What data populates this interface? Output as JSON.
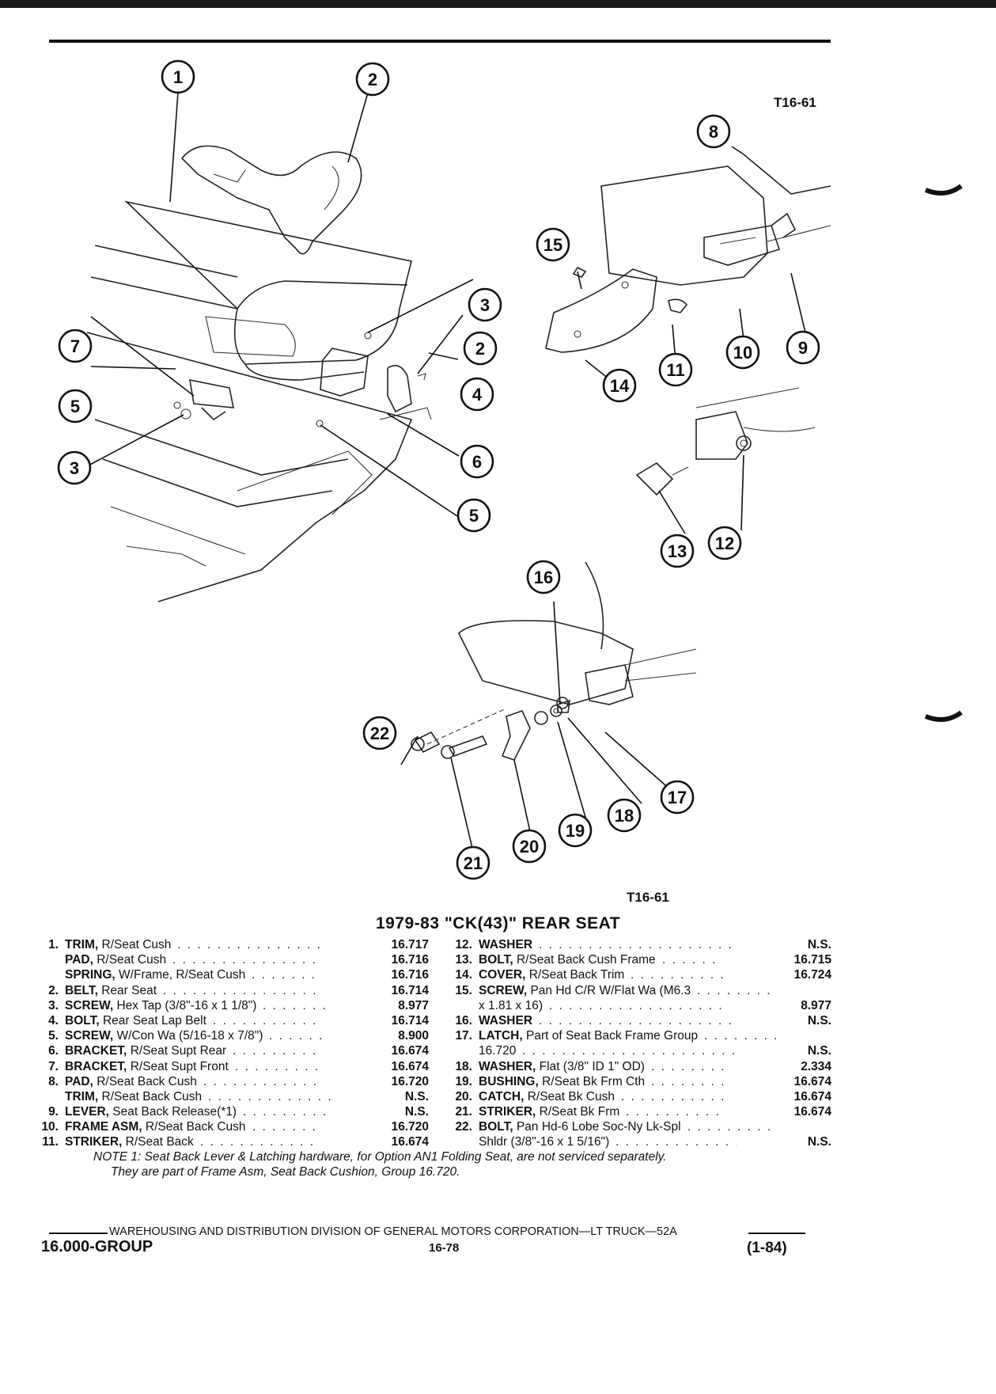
{
  "figure": {
    "label_top": "T16-61",
    "label_bottom": "T16-61",
    "callouts": [
      "1",
      "2",
      "3",
      "2",
      "4",
      "5",
      "3",
      "7",
      "6",
      "5",
      "8",
      "9",
      "10",
      "11",
      "12",
      "13",
      "14",
      "15",
      "16",
      "17",
      "18",
      "19",
      "20",
      "21",
      "22"
    ]
  },
  "title": "1979-83 \"CK(43)\" REAR SEAT",
  "parts_left": [
    {
      "num": "1.",
      "name": "TRIM,",
      "desc": "R/Seat Cush",
      "group": "16.717"
    },
    {
      "num": "",
      "name": "PAD,",
      "desc": "R/Seat Cush",
      "group": "16.716"
    },
    {
      "num": "",
      "name": "SPRING,",
      "desc": "W/Frame, R/Seat Cush",
      "group": "16.716"
    },
    {
      "num": "2.",
      "name": "BELT,",
      "desc": "Rear Seat",
      "group": "16.714"
    },
    {
      "num": "3.",
      "name": "SCREW,",
      "desc": "Hex Tap (3/8\"-16 x 1 1/8\")",
      "group": "8.977"
    },
    {
      "num": "4.",
      "name": "BOLT,",
      "desc": "Rear Seat Lap Belt",
      "group": "16.714"
    },
    {
      "num": "5.",
      "name": "SCREW,",
      "desc": "W/Con Wa (5/16-18 x 7/8\")",
      "group": "8.900"
    },
    {
      "num": "6.",
      "name": "BRACKET,",
      "desc": "R/Seat Supt Rear",
      "group": "16.674"
    },
    {
      "num": "7.",
      "name": "BRACKET,",
      "desc": "R/Seat Supt Front",
      "group": "16.674"
    },
    {
      "num": "8.",
      "name": "PAD,",
      "desc": "R/Seat Back Cush",
      "group": "16.720"
    },
    {
      "num": "",
      "name": "TRIM,",
      "desc": "R/Seat Back Cush",
      "group": "N.S."
    },
    {
      "num": "9.",
      "name": "LEVER,",
      "desc": "Seat Back Release(*1)",
      "group": "N.S."
    },
    {
      "num": "10.",
      "name": "FRAME ASM,",
      "desc": "R/Seat Back Cush",
      "group": "16.720"
    },
    {
      "num": "11.",
      "name": "STRIKER,",
      "desc": "R/Seat Back",
      "group": "16.674"
    }
  ],
  "parts_right": [
    {
      "num": "12.",
      "name": "WASHER",
      "desc": "",
      "group": "N.S."
    },
    {
      "num": "13.",
      "name": "BOLT,",
      "desc": "R/Seat Back Cush Frame",
      "group": "16.715"
    },
    {
      "num": "14.",
      "name": "COVER,",
      "desc": "R/Seat Back Trim",
      "group": "16.724"
    },
    {
      "num": "15.",
      "name": "SCREW,",
      "desc": "Pan Hd C/R W/Flat Wa (M6.3",
      "group": ""
    },
    {
      "num": "",
      "name": "",
      "desc": "x 1.81 x 16)",
      "group": "8.977"
    },
    {
      "num": "16.",
      "name": "WASHER",
      "desc": "",
      "group": "N.S."
    },
    {
      "num": "17.",
      "name": "LATCH,",
      "desc": "Part of Seat Back Frame Group",
      "group": ""
    },
    {
      "num": "",
      "name": "",
      "desc": "16.720",
      "group": "N.S."
    },
    {
      "num": "18.",
      "name": "WASHER,",
      "desc": "Flat (3/8\" ID 1\" OD)",
      "group": "2.334"
    },
    {
      "num": "19.",
      "name": "BUSHING,",
      "desc": "R/Seat Bk Frm Cth",
      "group": "16.674"
    },
    {
      "num": "20.",
      "name": "CATCH,",
      "desc": "R/Seat Bk Cush",
      "group": "16.674"
    },
    {
      "num": "21.",
      "name": "STRIKER,",
      "desc": "R/Seat Bk Frm",
      "group": "16.674"
    },
    {
      "num": "22.",
      "name": "BOLT,",
      "desc": "Pan Hd-6 Lobe Soc-Ny Lk-Spl",
      "group": ""
    },
    {
      "num": "",
      "name": "",
      "desc": "Shldr (3/8\"-16 x 1 5/16\")",
      "group": "N.S."
    }
  ],
  "note": [
    "NOTE 1: Seat Back Lever & Latching hardware, for Option AN1 Folding Seat, are not serviced separately.",
    "They are part of Frame Asm, Seat Back Cushion, Group 16.720."
  ],
  "footer": {
    "line": "WAREHOUSING AND DISTRIBUTION DIVISION OF GENERAL MOTORS CORPORATION—LT TRUCK—52A",
    "group": "16.000-GROUP",
    "page": "16-78",
    "date": "(1-84)"
  }
}
